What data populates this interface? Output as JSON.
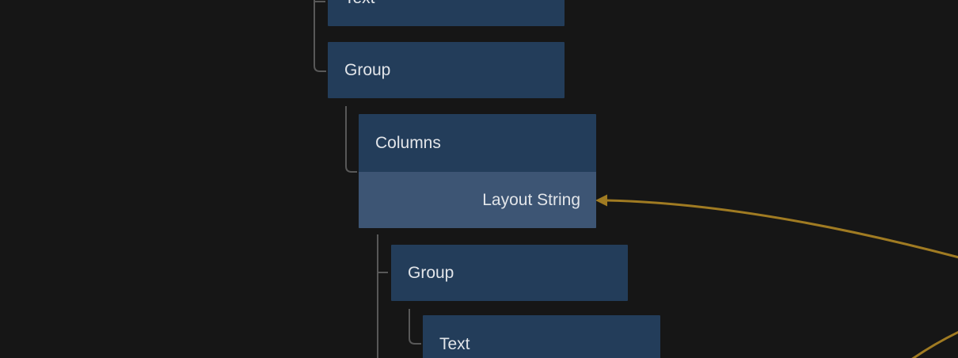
{
  "canvas": {
    "background_color": "#161616"
  },
  "colors": {
    "node_fill": "#233d5a",
    "node_selected_fill": "#3d5574",
    "node_text": "#e2e5e9",
    "tree_line": "#585858",
    "wire": "#a07b22"
  },
  "tree": {
    "nodes": [
      {
        "label": "Text"
      },
      {
        "label": "Group"
      },
      {
        "label": "Columns",
        "field_label": "Layout String",
        "field_selected": true
      },
      {
        "label": "Group"
      },
      {
        "label": "Text"
      }
    ]
  },
  "wires": {
    "count": 2,
    "arrow_target_field": "Layout String"
  }
}
